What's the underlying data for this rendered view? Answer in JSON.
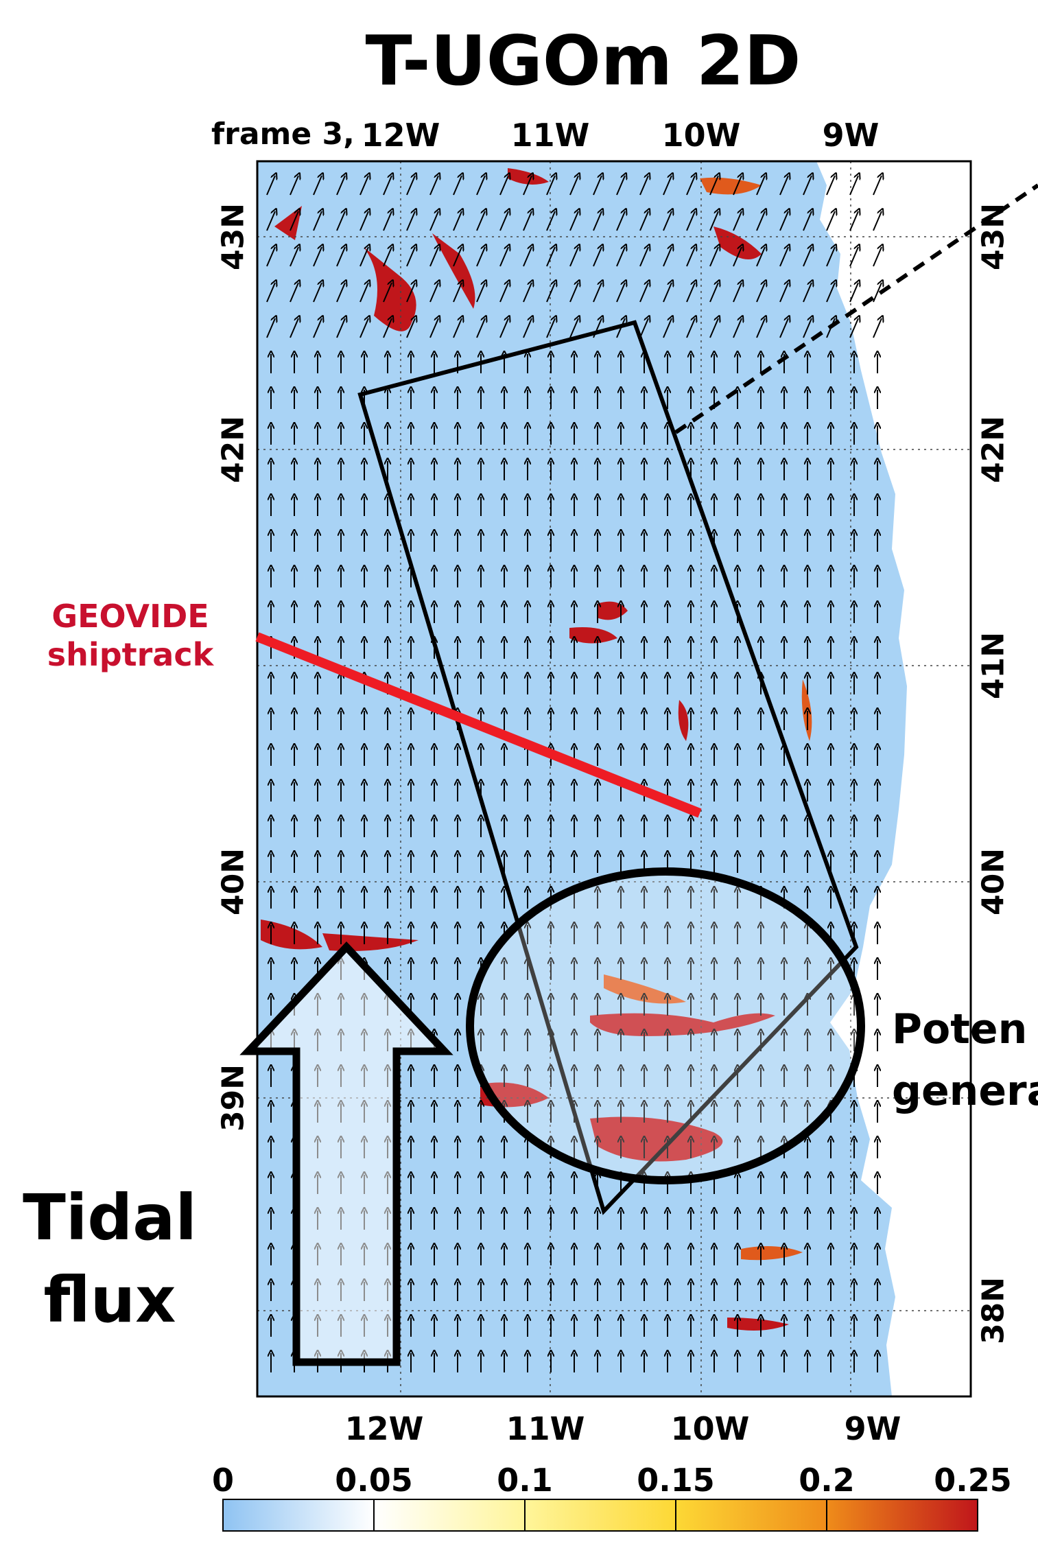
{
  "title": "T-UGOm 2D",
  "frame_label": "frame 3,",
  "axes": {
    "lon_top": [
      "12W",
      "11W",
      "10W",
      "9W"
    ],
    "lon_bottom": [
      "12W",
      "11W",
      "10W",
      "9W"
    ],
    "lat_left": [
      "43N",
      "42N",
      "40N",
      "39N"
    ],
    "lat_right": [
      "43N",
      "42N",
      "41N",
      "40N",
      "38N"
    ]
  },
  "annotations": {
    "geovide": "GEOVIDE shiptrack",
    "tidal_flux": "Tidal flux",
    "potential_line1": "Poten",
    "potential_line2": "genera"
  },
  "colorbar": {
    "ticks": [
      "0",
      "0.05",
      "0.1",
      "0.15",
      "0.2",
      "0.25"
    ],
    "colors": [
      "#8fc3f2",
      "#ffffff",
      "#fff59a",
      "#fdd835",
      "#ef8c1a",
      "#c0161b"
    ]
  },
  "colors": {
    "ocean": "#a9d3f5",
    "land": "#ffffff",
    "hot": "#c0161b",
    "warm": "#f2b11d",
    "track": "#ee1c24"
  }
}
